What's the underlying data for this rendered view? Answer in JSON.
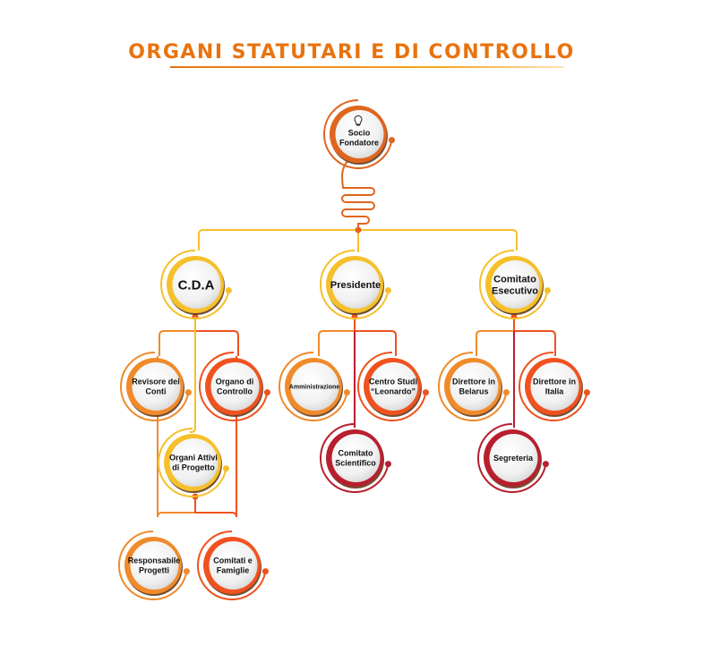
{
  "title": "ORGANI STATUTARI E DI CONTROLLO",
  "colors": {
    "title": "#e8730f",
    "yellow": "#f5c02a",
    "orange": "#f08a2a",
    "redorange": "#f0521f",
    "crimson": "#b81f2e",
    "root": "#e0651f"
  },
  "nodes": [
    {
      "id": "socio",
      "lines": [
        "Socio",
        "Fondatore"
      ],
      "color": "root",
      "icon": "lightbulb-icon"
    },
    {
      "id": "cda",
      "lines": [
        "C.D.A"
      ],
      "color": "yellow",
      "big": true
    },
    {
      "id": "presidente",
      "lines": [
        "Presidente"
      ],
      "color": "yellow",
      "mid": true
    },
    {
      "id": "esecutivo",
      "lines": [
        "Comitato",
        "Esecutivo"
      ],
      "color": "yellow",
      "mid": true
    },
    {
      "id": "revisore",
      "lines": [
        "Revisore dei",
        "Conti"
      ],
      "color": "orange"
    },
    {
      "id": "organo",
      "lines": [
        "Organo di",
        "Controllo"
      ],
      "color": "redorange"
    },
    {
      "id": "amministrazione",
      "lines": [
        "Amministrazione"
      ],
      "color": "orange",
      "small": true
    },
    {
      "id": "centrostudi",
      "lines": [
        "Centro Studi",
        "“Leonardo”"
      ],
      "color": "redorange"
    },
    {
      "id": "scientifico",
      "lines": [
        "Comitato",
        "Scientifico"
      ],
      "color": "crimson"
    },
    {
      "id": "belarus",
      "lines": [
        "Direttore in",
        "Belarus"
      ],
      "color": "orange"
    },
    {
      "id": "italia",
      "lines": [
        "Direttore in",
        "Italia"
      ],
      "color": "redorange"
    },
    {
      "id": "segreteria",
      "lines": [
        "Segreteria"
      ],
      "color": "crimson"
    },
    {
      "id": "organiattivi",
      "lines": [
        "Organi Attivi",
        "di Progetto"
      ],
      "color": "yellow"
    },
    {
      "id": "responsabile",
      "lines": [
        "Responsabile",
        "Progetti"
      ],
      "color": "orange"
    },
    {
      "id": "comitati",
      "lines": [
        "Comitati e",
        "Famiglie"
      ],
      "color": "redorange"
    }
  ]
}
